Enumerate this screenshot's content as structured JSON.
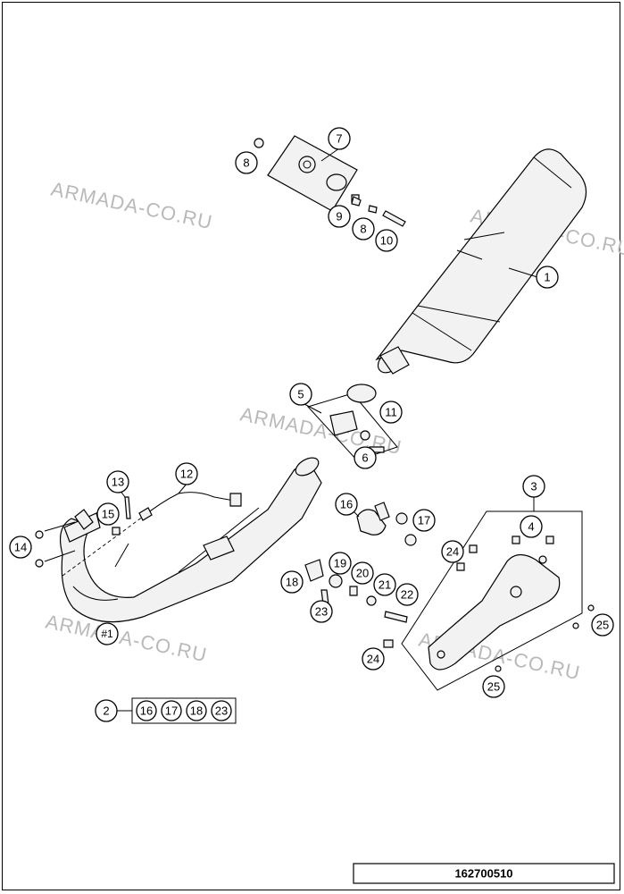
{
  "callouts": {
    "c1": "1",
    "c2": "2",
    "c3": "3",
    "c4": "4",
    "c5": "5",
    "c6": "6",
    "c7": "7",
    "c8a": "8",
    "c8b": "8",
    "c9": "9",
    "c10": "10",
    "c11": "11",
    "c12": "12",
    "c13": "13",
    "c14": "14",
    "c15": "15",
    "c16": "16",
    "c17": "17",
    "c18": "18",
    "c19": "19",
    "c20": "20",
    "c21": "21",
    "c22": "22",
    "c23": "23",
    "c24a": "24",
    "c24b": "24",
    "c25a": "25",
    "c25b": "25",
    "hash1": "#1"
  },
  "kit_box": [
    "16",
    "17",
    "18",
    "23"
  ],
  "watermarks": [
    "ARMADA-CO.RU",
    "ARMADA-CO.RU",
    "ARMADA-CO.RU",
    "ARMADA-CO.RU",
    "ARMADA-CO.RU"
  ],
  "diagram_number": "162700510"
}
